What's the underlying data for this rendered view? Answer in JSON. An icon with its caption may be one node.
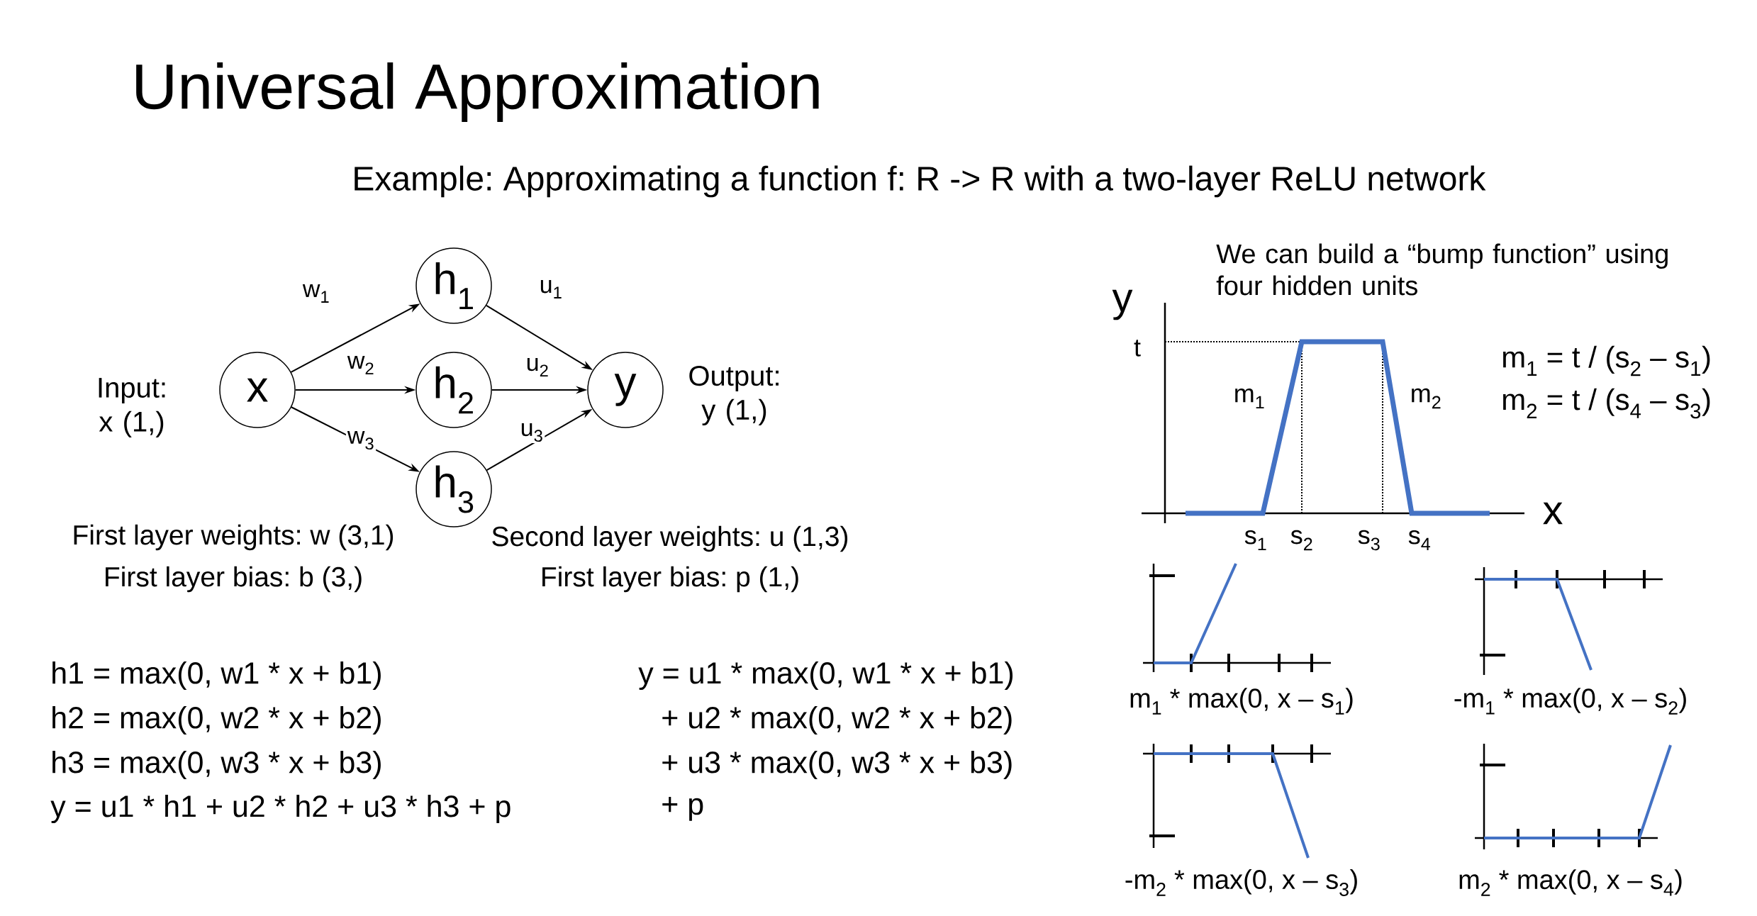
{
  "diagram": {
    "title": "Universal Approximation",
    "nodes": [
      {
        "text": [
          "x"
        ],
        "beside": [
          "Input: x (1,)"
        ]
      },
      {
        "text": [
          "h$_{1}$"
        ]
      },
      {
        "text": [
          "h$_{2}$"
        ]
      },
      {
        "text": [
          "h$_{3}$"
        ]
      },
      {
        "text": [
          "y"
        ],
        "beside": [
          "Output: y (1,)"
        ]
      }
    ],
    "edges": [
      {
        "from": 0,
        "to": 1,
        "arrow": "to",
        "label": "w$_{1}$"
      },
      {
        "from": 0,
        "to": 2,
        "arrow": "to",
        "label": "w$_{2}$"
      },
      {
        "from": 0,
        "to": 3,
        "arrow": "to",
        "label": "w$_{3}$"
      },
      {
        "from": 1,
        "to": 4,
        "arrow": "to",
        "label": "u$_{1}$"
      },
      {
        "from": 2,
        "to": 4,
        "arrow": "to",
        "label": "u$_{2}$"
      },
      {
        "from": 3,
        "to": 4,
        "arrow": "to",
        "label": "u$_{3}$"
      }
    ],
    "labels": [
      "Example: Approximating a function f: R -> R with a two-layer ReLU network",
      "We can build a “bump function” using four hidden units",
      "y",
      "t",
      "m$_{1}$",
      "m$_{2}$",
      "m$_{1}$ = t / (s$_{2}$ – s$_{1}$)",
      "m$_{2}$ = t / (s$_{4}$ – s$_{3}$)",
      "x",
      "s$_{1}$",
      "s$_{2}$",
      "s$_{3}$",
      "s$_{4}$",
      "First layer weights: w (3,1)",
      "Second layer weights: u (1,3)",
      "First layer bias: b (3,)",
      "First layer bias: p (1,)",
      "m$_{1}$ * max(0, x – s$_{1}$)",
      "-m$_{1}$ * max(0, x – s$_{2}$)",
      "h1 = max(0, w1 * x + b1)",
      "h2 = max(0, w2 * x + b2)",
      "h3 = max(0, w3 * x + b3)",
      "y = u1 * h1 + u2 * h2 + u3 * h3 + p",
      "y = u1 * max(0, w1 * x + b1)",
      "+ u2 * max(0, w2 * x + b2)",
      "+ u3 * max(0, w3 * x + b3)",
      "+ p",
      "-m$_{2}$ * max(0, x – s$_{3}$)",
      "m$_{2}$ * max(0, x – s$_{4}$)"
    ]
  }
}
